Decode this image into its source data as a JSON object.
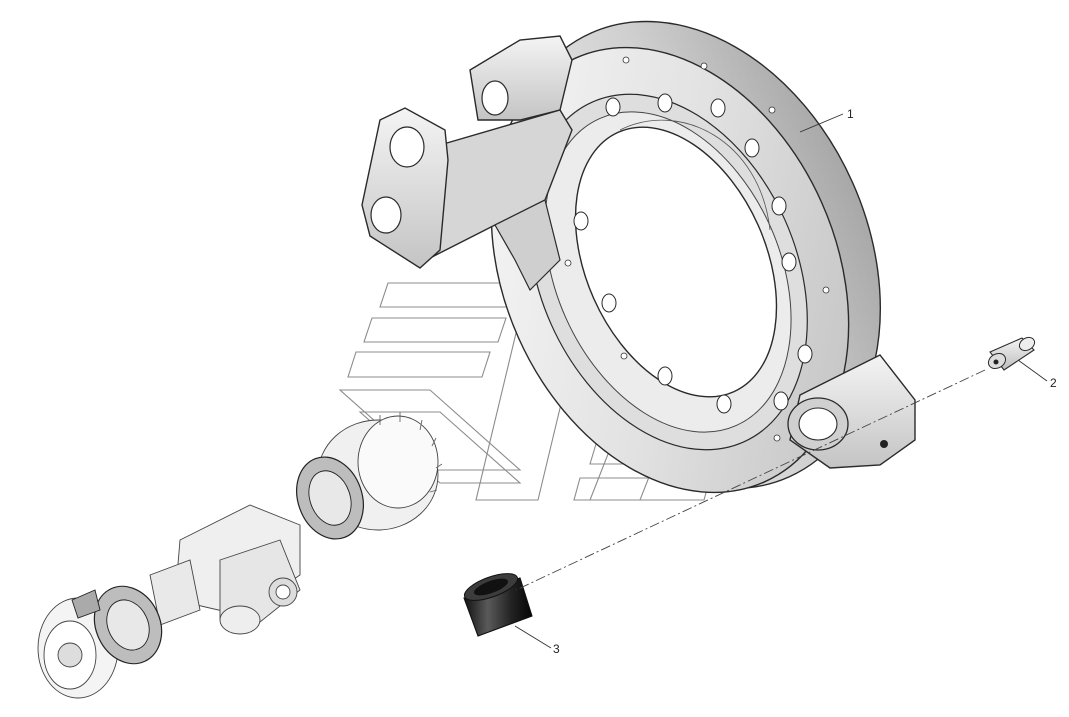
{
  "diagram": {
    "callouts": [
      {
        "id": "1",
        "label": "1"
      },
      {
        "id": "2",
        "label": "2"
      },
      {
        "id": "3",
        "label": "3"
      }
    ],
    "colors": {
      "line": "#2a2a2a",
      "shade_light": "#e6e6e6",
      "shade_mid": "#c9c9c9",
      "shade_dark": "#9a9a9a",
      "watermark": "#8c8c8c",
      "bushing": "#2b2b2b"
    }
  }
}
